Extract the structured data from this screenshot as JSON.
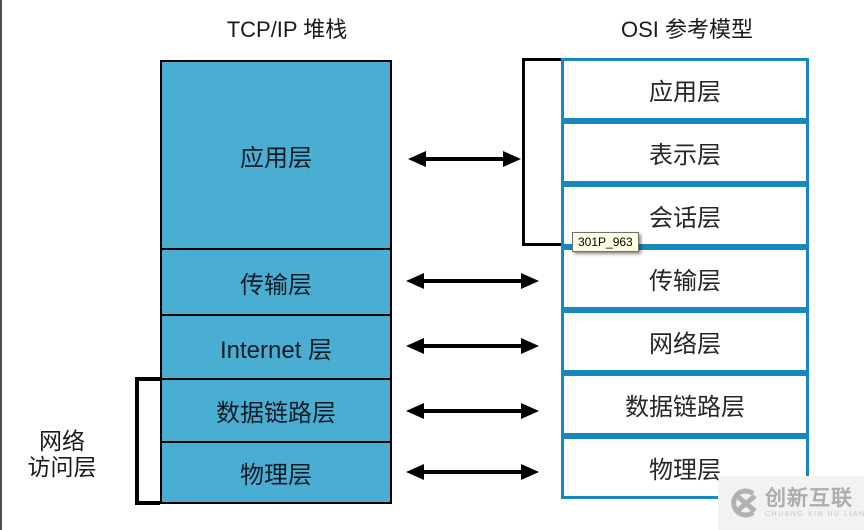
{
  "titles": {
    "tcpip": "TCP/IP 堆栈",
    "osi": "OSI 参考模型"
  },
  "tcpip_stack": {
    "fill_color": "#4AAED3",
    "border_color": "#000000",
    "layers": [
      {
        "label": "应用层"
      },
      {
        "label": "传输层"
      },
      {
        "label": "Internet 层"
      },
      {
        "label": "数据链路层"
      },
      {
        "label": "物理层"
      }
    ]
  },
  "osi_model": {
    "border_color": "#1787C1",
    "layers": [
      "应用层",
      "表示层",
      "会话层",
      "传输层",
      "网络层",
      "数据链路层",
      "物理层"
    ]
  },
  "annotations": {
    "network_access_line1": "网络",
    "network_access_line2": "访问层",
    "tooltip": "301P_963",
    "arrow_color": "#000000"
  },
  "watermark": {
    "name": "创新互联",
    "subtitle": "CHUANG XIN HU LIAN",
    "logo": "cx-circle-x-icon",
    "text_color": "#abadaf",
    "background": "#f2f2f2"
  }
}
